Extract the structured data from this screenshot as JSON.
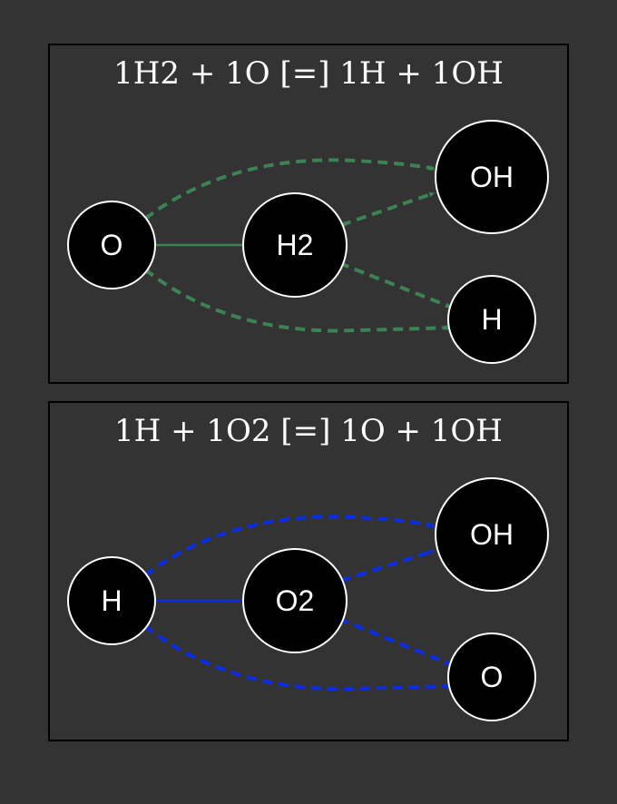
{
  "colors": {
    "background": "#333333",
    "cluster_border": "#000000",
    "node_fill": "#000000",
    "node_stroke": "#ffffff",
    "text": "#ffffff"
  },
  "reactions": [
    {
      "title": "1H2 + 1O [=] 1H + 1OH",
      "edge_color": "#3d8254",
      "nodes": {
        "left": "O",
        "center": "H2",
        "top": "OH",
        "bottom": "H"
      }
    },
    {
      "title": "1H + 1O2 [=] 1O + 1OH",
      "edge_color": "#0b2de8",
      "nodes": {
        "left": "H",
        "center": "O2",
        "top": "OH",
        "bottom": "O"
      }
    }
  ]
}
